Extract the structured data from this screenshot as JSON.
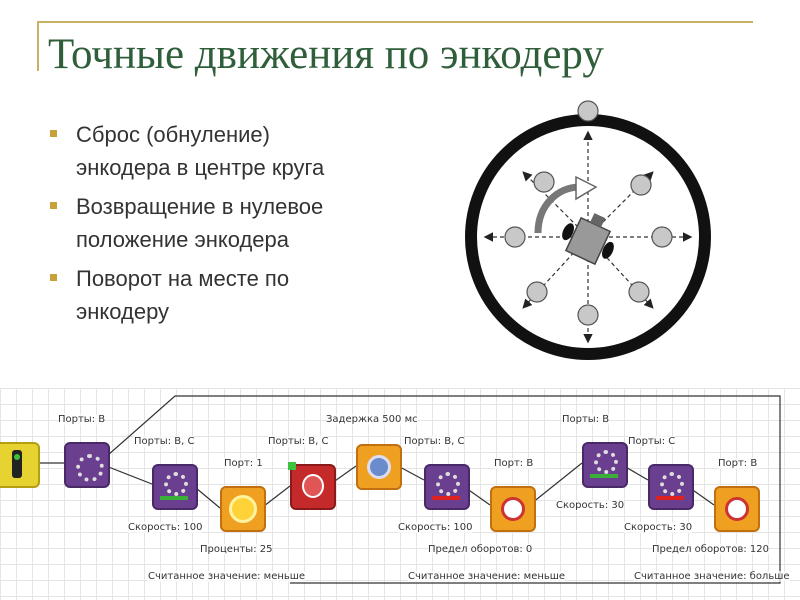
{
  "title": "Точные движения по энкодеру",
  "bullets": [
    {
      "line1": "Сброс (обнуление)",
      "line2": "энкодера в центре круга"
    },
    {
      "line1": "Возвращение в нулевое",
      "line2": "положение энкодера"
    },
    {
      "line1": "Поворот на месте по",
      "line2": "энкодеру"
    }
  ],
  "colors": {
    "title": "#2f5e3a",
    "bullet": "#c9a13a",
    "accent_line": "#c9b06a",
    "motor_block": "#6b3f8f",
    "sensor_block": "#f0a020",
    "stop_block": "#c42a2a"
  },
  "program": {
    "labels": {
      "ports_b_1": "Порты: B",
      "ports_bc_1": "Порты: B, C",
      "speed_100_1": "Скорость: 100",
      "port_1": "Порт: 1",
      "percent_25": "Проценты: 25",
      "read_less_1": "Считанное значение: меньше",
      "ports_bc_2": "Порты: B, C",
      "delay_500": "Задержка  500 мс",
      "ports_bc_3": "Порты: B, C",
      "speed_100_2": "Скорость: 100",
      "port_b_1": "Порт: B",
      "rot_limit_0": "Предел оборотов: 0",
      "read_less_2": "Считанное значение: меньше",
      "ports_b_2": "Порты: B",
      "speed_30_1": "Скорость: 30",
      "ports_c": "Порты: C",
      "speed_30_2": "Скорость: 30",
      "port_b_2": "Порт: B",
      "rot_limit_120": "Предел оборотов: 120",
      "read_more": "Считанное значение: больше"
    }
  }
}
